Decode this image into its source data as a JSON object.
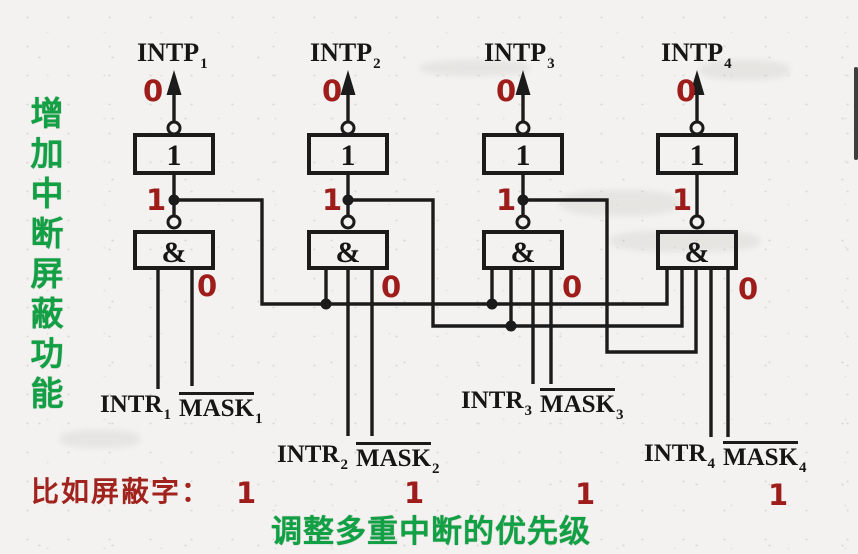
{
  "side_note": {
    "text": "增加中断屏蔽功能"
  },
  "gates": {
    "not_label": "1",
    "and_label": "&"
  },
  "columns": [
    {
      "intp_base": "INTP",
      "intp_sub": "1",
      "output_value": "0",
      "node_value": "1",
      "mask_input_value": "0",
      "intr_base": "INTR",
      "intr_sub": "1",
      "mask_base": "MASK",
      "mask_sub": "1",
      "mask_bit": "1"
    },
    {
      "intp_base": "INTP",
      "intp_sub": "2",
      "output_value": "0",
      "node_value": "1",
      "mask_input_value": "0",
      "intr_base": "INTR",
      "intr_sub": "2",
      "mask_base": "MASK",
      "mask_sub": "2",
      "mask_bit": "1"
    },
    {
      "intp_base": "INTP",
      "intp_sub": "3",
      "output_value": "0",
      "node_value": "1",
      "mask_input_value": "0",
      "intr_base": "INTR",
      "intr_sub": "3",
      "mask_base": "MASK",
      "mask_sub": "3",
      "mask_bit": "1"
    },
    {
      "intp_base": "INTP",
      "intp_sub": "4",
      "output_value": "0",
      "node_value": "1",
      "mask_input_value": "0",
      "intr_base": "INTR",
      "intr_sub": "4",
      "mask_base": "MASK",
      "mask_sub": "4",
      "mask_bit": "1"
    }
  ],
  "footer": {
    "mask_word_label": "比如屏蔽字：",
    "caption": "调整多重中断的优先级"
  },
  "colors": {
    "wire": "#1b1b1b",
    "value_red": "#9e1d1b",
    "note_green": "#12a044",
    "mask_label_red": "#a0231e"
  }
}
